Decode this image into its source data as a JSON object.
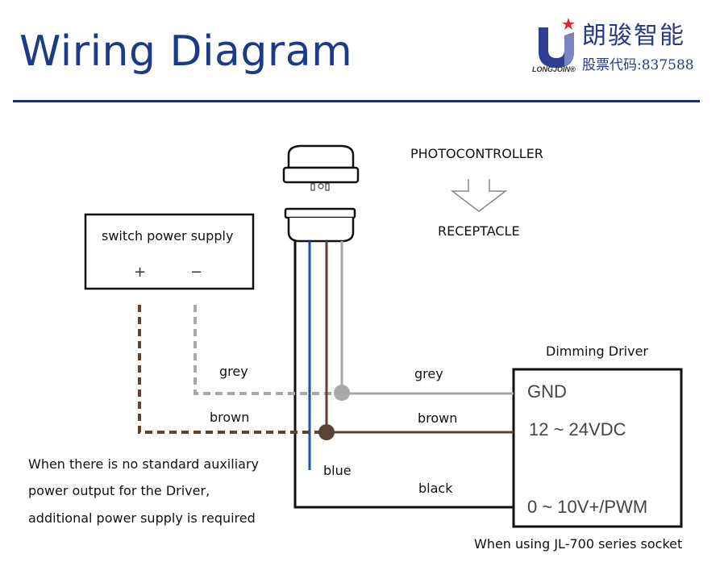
{
  "header": {
    "title": "Wiring Diagram",
    "logo": {
      "brand_cn": "朗骏智能",
      "stock_code": "股票代码:837588",
      "brand_en": "LONGJOIN®",
      "accent_colors": {
        "blue": "#2a3a88",
        "star_red": "#d8262c"
      }
    }
  },
  "labels": {
    "photocontroller": "PHOTOCONTROLLER",
    "receptacle": "RECEPTACLE",
    "power_supply": "switch power supply",
    "plus": "+",
    "minus": "−",
    "grey_left": "grey",
    "brown_left": "brown",
    "blue": "blue",
    "grey_right": "grey",
    "brown_right": "brown",
    "black": "black",
    "driver_title": "Dimming Driver",
    "driver_gnd": "GND",
    "driver_power": "12 ~ 24VDC",
    "driver_signal": "0 ~ 10V+/PWM",
    "socket_note": "When using JL-700 series socket"
  },
  "note_lines": [
    "When there is no standard auxiliary",
    "power output for the  Driver,",
    "additional power supply is required"
  ],
  "wire_colors": {
    "black": "#111111",
    "blue": "#1f4fa8",
    "brown": "#5b4433",
    "grey": "#a8a8a8"
  }
}
